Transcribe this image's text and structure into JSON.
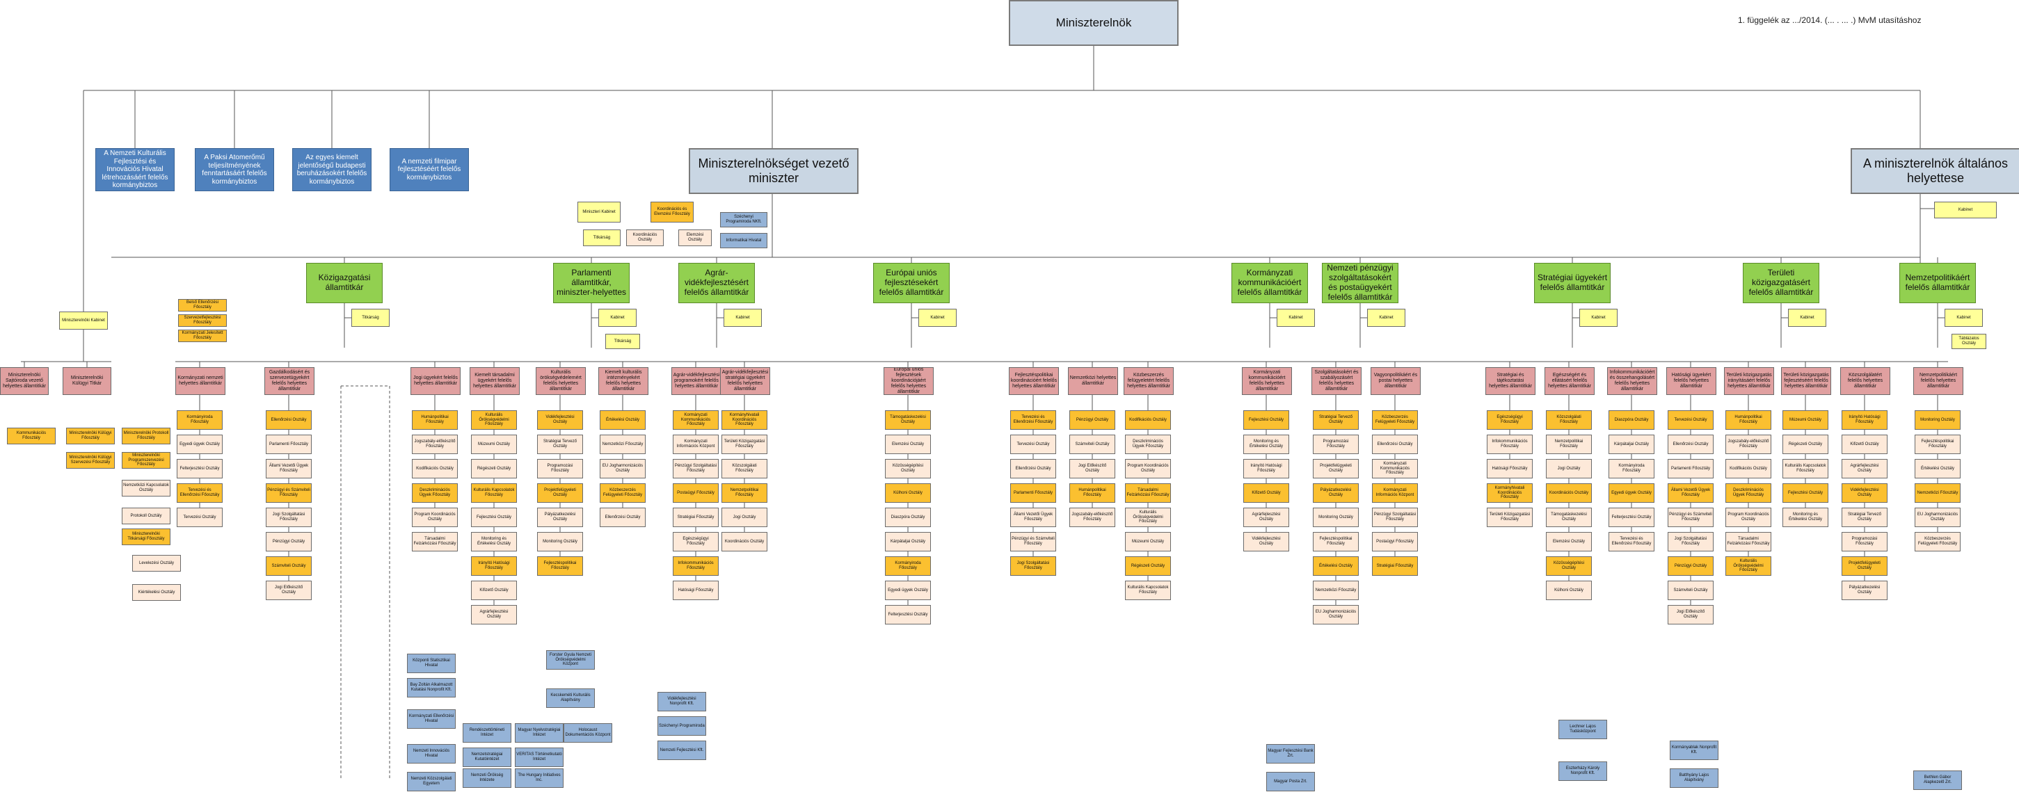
{
  "doc_note": "1. függelék az .../2014. (... . ... .) MvM utasításhoz",
  "top": "Miniszterelnök",
  "left_top": [
    "A Nemzeti Kulturális Fejlesztési és Innovációs Hivatal létrehozásáért felelős kormánybiztos",
    "A Paksi Atomerőmű teljesítményének fenntartásáért felelős kormánybiztos",
    "Az egyes kiemelt jelentőségű budapesti beruházásokért felelős kormánybiztos",
    "A nemzeti filmipar fejlesztéséért felelős kormánybiztos"
  ],
  "chief": "Miniszterelnökséget vezető miniszter",
  "deputy": "A miniszterelnök általános helyettese",
  "chief_staff": [
    {
      "t": "Miniszteri Kabinet",
      "c": "yellow"
    },
    {
      "t": "Koordinációs és Elemzési Főosztály",
      "c": "orange"
    },
    {
      "t": "Titkárság",
      "c": "yellow"
    },
    {
      "t": "Koordinációs Osztály",
      "c": "peach"
    },
    {
      "t": "Elemzési Osztály",
      "c": "peach"
    },
    {
      "t": "Széchenyi Programiroda NKft.",
      "c": "steel"
    },
    {
      "t": "Informatikai Hivatal",
      "c": "steel"
    }
  ],
  "deputy_staff": "Kabinet",
  "pm_cabinet": "Miniszterelnöki Kabinet",
  "state_secs": [
    {
      "t": "Közigazgatási államtitkár",
      "cab": "Titkárság"
    },
    {
      "t": "Parlamenti államtitkár, miniszter-helyettes",
      "cab": "Kabinet",
      "cab2": "Titkárság"
    },
    {
      "t": "Agrár-vidékfejlesztésért felelős államtitkár",
      "cab": "Kabinet"
    },
    {
      "t": "Európai uniós fejlesztésekért felelős államtitkár",
      "cab": "Kabinet"
    },
    {
      "t": "Kormányzati kommunikációért felelős államtitkár",
      "cab": "Kabinet"
    },
    {
      "t": "Nemzeti pénzügyi szolgáltatásokért és postaügyekért felelős államtitkár",
      "cab": "Kabinet"
    },
    {
      "t": "Stratégiai ügyekért felelős államtitkár",
      "cab": "Kabinet"
    },
    {
      "t": "Területi közigazgatásért felelős államtitkár",
      "cab": "Kabinet"
    },
    {
      "t": "Nemzetpolitikáért felelős államtitkár",
      "cab": "Kabinet",
      "cab2": "Táblázatos Osztály"
    }
  ],
  "kozig_side": [
    "Belső Ellenőrzési Főosztály",
    "Szervezetfejlesztési Főosztály",
    "Kormányzati Jelesített Főosztály"
  ],
  "pm_side": [
    {
      "t": "Miniszterelnöki Sajtóiroda vezető helyettes államtitkár",
      "c": "red"
    },
    {
      "t": "Miniszterelnöki Külügyi Titkár",
      "c": "red"
    }
  ],
  "deputy_heads_left": [
    "Kommunikációs Főosztály",
    "Miniszterelnöki Külügyi Főosztály",
    "Miniszterelnöki Külügyi Szervezési Főosztály",
    "Miniszterelnöki Protokoll Főosztály",
    "Miniszterelnöki Programszervezési Főosztály",
    "Nemzetközi Kapcsolatok Osztály",
    "Protokoll Osztály",
    "Miniszterelnöki Titkársági Főosztály",
    "Levelezési Osztály",
    "Kiértékelési Osztály"
  ],
  "heads": [
    "Kormányzati nemzeti helyettes államtitkár",
    "Gazdálkodásért és szervezetügyekért felelős helyettes államtitkár",
    "Jogi ügyekért felelős helyettes államtitkár",
    "Kiemelt társadalmi ügyekért felelős helyettes államtitkár",
    "Kulturális örökségvédelemért felelős helyettes államtitkár",
    "Kiemelt kulturális intézményekért felelős helyettes államtitkár",
    "Agrár-vidékfejlesztési programokért felelős helyettes államtitkár",
    "Agrár-vidékfejlesztési stratégiai ügyekért felelős helyettes államtitkár",
    "Európai uniós fejlesztések koordinációjáért felelős helyettes államtitkár",
    "Fejlesztéspolitikai koordinációért felelős helyettes államtitkár",
    "Nemzetközi helyettes államtitkár",
    "Közbeszerzés felügyeletért felelős helyettes államtitkár",
    "Kormányzati kommunikációért felelős helyettes államtitkár",
    "Szolgáltatásokért és szabályozásért felelős helyettes államtitkár",
    "Vagyonpolitikáért és postai helyettes államtitkár",
    "Stratégiai és tájékoztatási helyettes államtitkár",
    "Egészségért és ellátásért felelős helyettes államtitkár",
    "Infokommunikációért és összehangolásért felelős helyettes államtitkár",
    "Hatósági ügyekért felelős helyettes államtitkár",
    "Területi közigazgatás irányításáért felelős helyettes államtitkár",
    "Területi közigazgatás fejlesztéséért felelős helyettes államtitkár",
    "Közszolgálatért felelős helyettes államtitkár",
    "Nemzetpolitikáért felelős helyettes államtitkár"
  ],
  "dept_labels": [
    "Kormányiroda Főosztály",
    "Egyedi ügyek Osztály",
    "Felterjesztési Osztály",
    "Tervezési és Ellenőrzési Főosztály",
    "Tervezési Osztály",
    "Ellenőrzési Osztály",
    "Parlamenti Főosztály",
    "Állami Vezetői Ügyek Főosztály",
    "Pénzügyi és Számviteli Főosztály",
    "Jogi Szolgáltatási Főosztály",
    "Pénzügyi Osztály",
    "Számviteli Osztály",
    "Jogi Előkészítő Osztály",
    "Humánpolitikai Főosztály",
    "Jogszabály-előkészítő Főosztály",
    "Kodifikációs Osztály",
    "Deszkriminációs Ügyek Főosztály",
    "Program Koordinációs Osztály",
    "Társadalmi Felzárkózási Főosztály",
    "Kulturális Örökségvédelmi Főosztály",
    "Múzeumi Osztály",
    "Régészeti Osztály",
    "Kulturális Kapcsolatok Főosztály",
    "Fejlesztési Osztály",
    "Monitoring és Értékelési Osztály",
    "Irányító Hatósági Főosztály",
    "Kifizető Osztály",
    "Agrárfejlesztési Osztály",
    "Vidékfejlesztési Osztály",
    "Stratégiai Tervező Osztály",
    "Programozási Főosztály",
    "Projektfelügyeleti Osztály",
    "Pályázatkezelési Osztály",
    "Monitoring Osztály",
    "Fejlesztéspolitikai Főosztály",
    "Értékelési Osztály",
    "Nemzetközi Főosztály",
    "EU Jogharmonizációs Osztály",
    "Közbeszerzés Felügyeleti Főosztály",
    "Ellenőrzési Osztály",
    "Kormányzati Kommunikációs Főosztály",
    "Kormányzati Információs Központ",
    "Pénzügyi Szolgáltatási Főosztály",
    "Postaügyi Főosztály",
    "Stratégiai Főosztály",
    "Egészségügyi Főosztály",
    "Infokommunikációs Főosztály",
    "Hatósági Főosztály",
    "Kormányhivatali Koordinációs Főosztály",
    "Területi Közigazgatási Főosztály",
    "Közszolgálati Főosztály",
    "Nemzetpolitikai Főosztály",
    "Jogi Osztály",
    "Koordinációs Osztály",
    "Támogatáskezelési Osztály",
    "Elemzési Osztály",
    "Közösségépítési Osztály",
    "Külhoni Osztály",
    "Diaszpóra Osztály",
    "Kárpátaljai Osztály"
  ],
  "bottom_bodies": [
    "Központi Statisztikai Hivatal",
    "Bay Zoltán Alkalmazott Kutatási Nonprofit Kft.",
    "Kormányzati Ellenőrzési Hivatal",
    "Nemzeti Innovációs Hivatal",
    "Nemzeti Közszolgálati Egyetem",
    "Forster Gyula Nemzeti Örökségvédelmi Központ",
    "Kecskeméti Kulturális Alapítvány",
    "Rendészettörténeti Intézet",
    "Magyar Nyelvstratégiai Intézet",
    "Nemzetstratégiai Kutatóintézet",
    "VERITAS Történetkutató Intézet",
    "Holocaust Dokumentációs Központ",
    "Nemzeti Örökség Intézete",
    "The Hungary Initiatives Inc.",
    "Vidékfejlesztési Nonprofit Kft.",
    "Széchenyi Programiroda",
    "Nemzeti Fejlesztési Kft.",
    "Magyar Fejlesztési Bank Zrt.",
    "Magyar Posta Zrt.",
    "Lechner Lajos Tudásközpont",
    "Eszterházy Károly Nonprofit Kft.",
    "Kormányablak Nonprofit Kft.",
    "Batthyány Lajos Alapítvány",
    "Bethlen Gábor Alapkezelő Zrt."
  ]
}
